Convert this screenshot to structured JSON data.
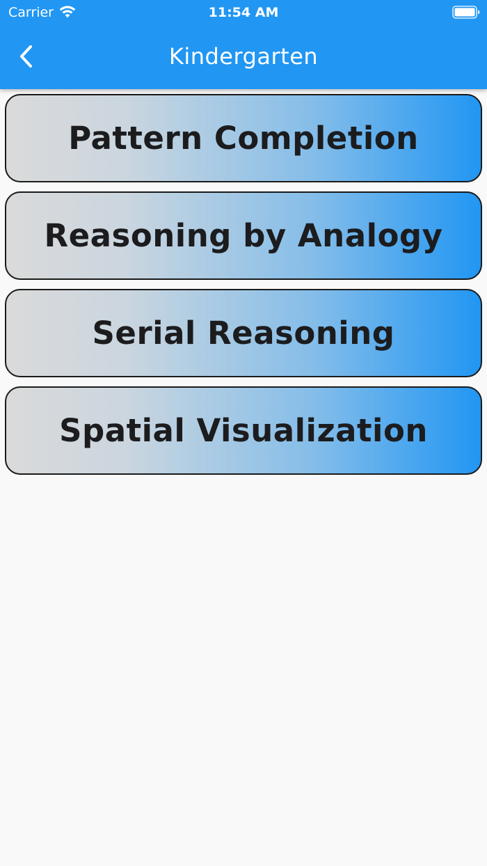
{
  "status_bar": {
    "carrier": "Carrier",
    "time": "11:54 AM",
    "icons": {
      "signal": "wifi-icon",
      "battery": "battery-icon"
    }
  },
  "app_bar": {
    "title": "Kindergarten",
    "back_icon": "chevron-left-icon",
    "color": "#2196f3"
  },
  "items": [
    {
      "label": "Pattern Completion"
    },
    {
      "label": "Reasoning by Analogy"
    },
    {
      "label": "Serial Reasoning"
    },
    {
      "label": "Spatial Visualization"
    }
  ],
  "colors": {
    "background": "#f9f9f9",
    "gradient_start": "#dadada",
    "gradient_end": "#2196f3",
    "text": "#1c1c1e"
  }
}
